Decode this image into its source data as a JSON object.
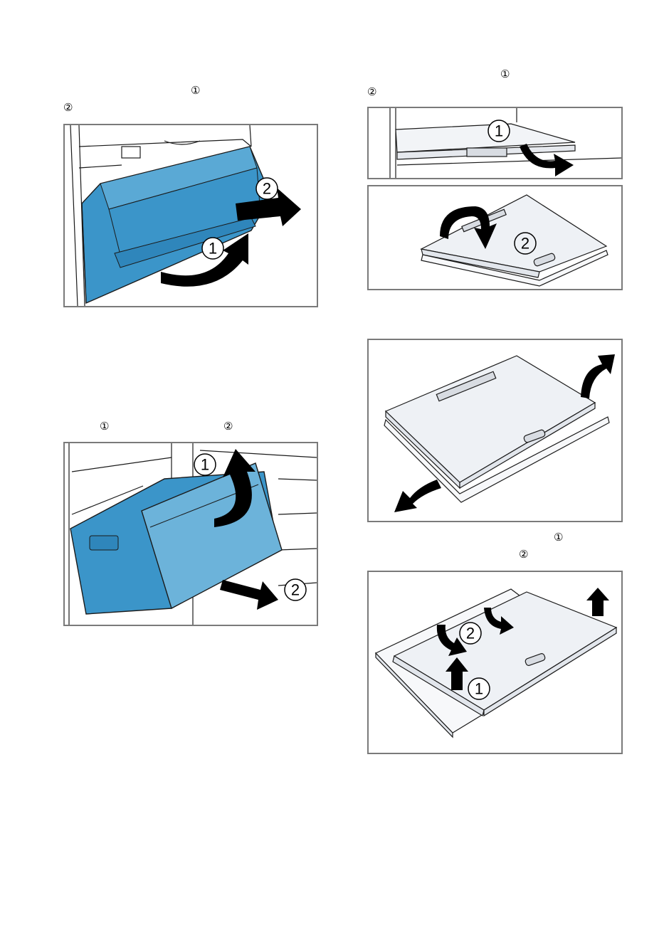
{
  "markers": {
    "step1": "①",
    "step2": "②"
  },
  "colors": {
    "drawer_blue": "#3b95c9",
    "drawer_blue_light": "#6cb3da",
    "frame_border": "#7a7a7a",
    "line": "#1a1a1a",
    "glass": "#eef1f5"
  },
  "icons": {
    "arrow": "black-curved-arrow",
    "callout": "numbered-circle-callout"
  }
}
